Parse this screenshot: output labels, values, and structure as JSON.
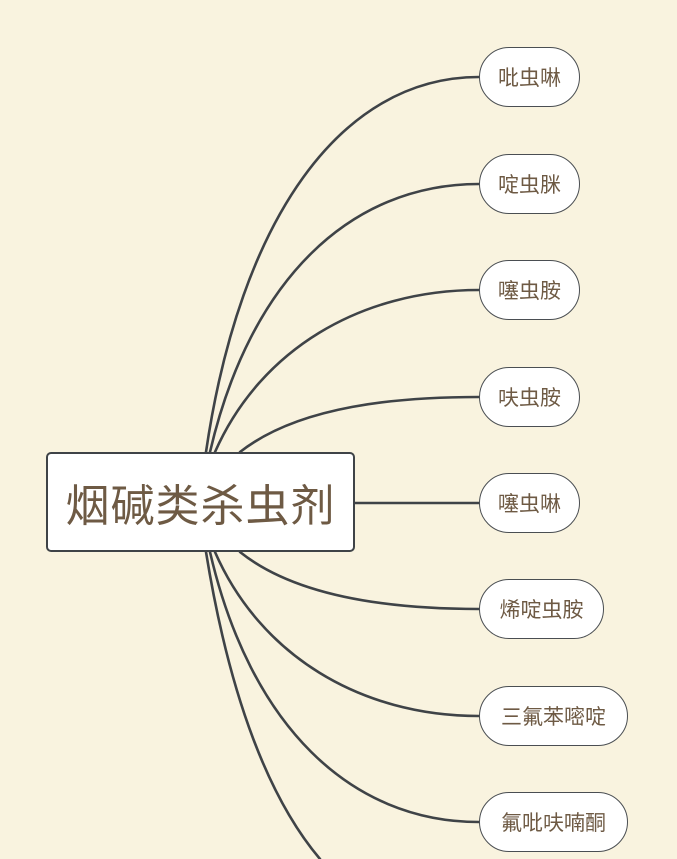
{
  "mindmap": {
    "root": {
      "label": "烟碱类杀虫剂"
    },
    "children": [
      {
        "label": "吡虫啉"
      },
      {
        "label": "啶虫脒"
      },
      {
        "label": "噻虫胺"
      },
      {
        "label": "呋虫胺"
      },
      {
        "label": "噻虫啉"
      },
      {
        "label": "烯啶虫胺"
      },
      {
        "label": "三氟苯嘧啶"
      },
      {
        "label": "氟吡呋喃酮"
      }
    ]
  },
  "colors": {
    "background": "#f9f3df",
    "connector": "#3f4347",
    "node_fill": "#ffffff",
    "text": "#6e5a44"
  }
}
